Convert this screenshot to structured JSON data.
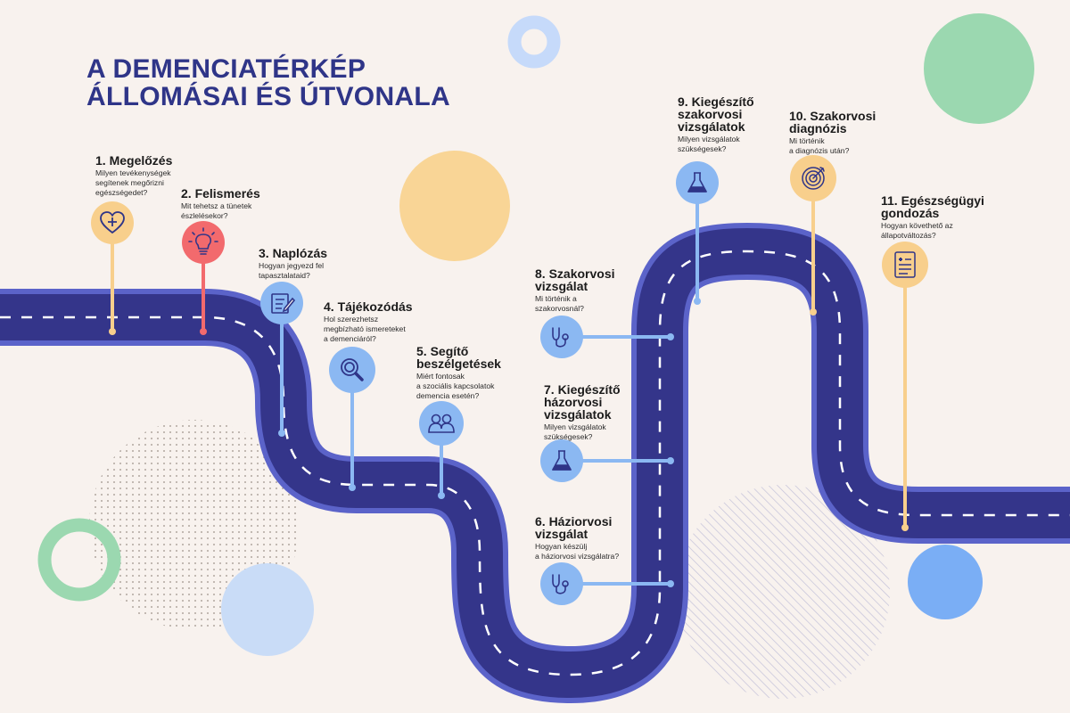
{
  "title": {
    "line1": "A DEMENCIATÉRKÉP",
    "line2": "ÁLLOMÁSAI ÉS ÚTVONALA"
  },
  "colors": {
    "road": "#34358a",
    "road_edge": "#5b63c9",
    "pin_yellow": "#f8cf8c",
    "pin_red": "#f26a6d",
    "pin_blue": "#8bb8f2",
    "title": "#2f3588",
    "background": "#f8f2ee"
  },
  "stops": [
    {
      "number": "1.",
      "title": [
        "1. Megelőzés"
      ],
      "question": [
        "Milyen tevékenységek",
        "segítenek megőrizni",
        "egészségedet?"
      ],
      "icon": "heart-plus-icon"
    },
    {
      "number": "2.",
      "title": [
        "2. Felismerés"
      ],
      "question": [
        "Mit tehetsz a tünetek",
        "észlelésekor?"
      ],
      "icon": "lightbulb-icon"
    },
    {
      "number": "3.",
      "title": [
        "3. Naplózás"
      ],
      "question": [
        "Hogyan jegyezd fel",
        "tapasztalataid?"
      ],
      "icon": "notepad-pen-icon"
    },
    {
      "number": "4.",
      "title": [
        "4. Tájékozódás"
      ],
      "question": [
        "Hol szerezhetsz",
        "megbízható ismereteket",
        "a demenciáról?"
      ],
      "icon": "magnifier-icon"
    },
    {
      "number": "5.",
      "title": [
        "5. Segítő",
        "beszélgetések"
      ],
      "question": [
        "Miért fontosak",
        "a szociális kapcsolatok",
        "demencia esetén?"
      ],
      "icon": "people-icon"
    },
    {
      "number": "6.",
      "title": [
        "6. Háziorvosi",
        "vizsgálat"
      ],
      "question": [
        "Hogyan készülj",
        "a háziorvosi vizsgálatra?"
      ],
      "icon": "stethoscope-icon"
    },
    {
      "number": "7.",
      "title": [
        "7. Kiegészítő",
        "házorvosi",
        "vizsgálatok"
      ],
      "question": [
        "Milyen vizsgálatok",
        "szükségesek?"
      ],
      "icon": "flask-icon"
    },
    {
      "number": "8.",
      "title": [
        "8. Szakorvosi",
        "vizsgálat"
      ],
      "question": [
        "Mi történik a",
        "szakorvosnál?"
      ],
      "icon": "stethoscope-icon"
    },
    {
      "number": "9.",
      "title": [
        "9. Kiegészítő",
        "szakorvosi",
        "vizsgálatok"
      ],
      "question": [
        "Milyen vizsgálatok",
        "szükségesek?"
      ],
      "icon": "flask-icon"
    },
    {
      "number": "10.",
      "title": [
        "10. Szakorvosi",
        "diagnózis"
      ],
      "question": [
        "Mi történik",
        "a diagnózis után?"
      ],
      "icon": "target-icon"
    },
    {
      "number": "11.",
      "title": [
        "11. Egészségügyi",
        "gondozás"
      ],
      "question": [
        "Hogyan követhető az",
        "állapotváltozás?"
      ],
      "icon": "medical-chart-icon"
    }
  ]
}
